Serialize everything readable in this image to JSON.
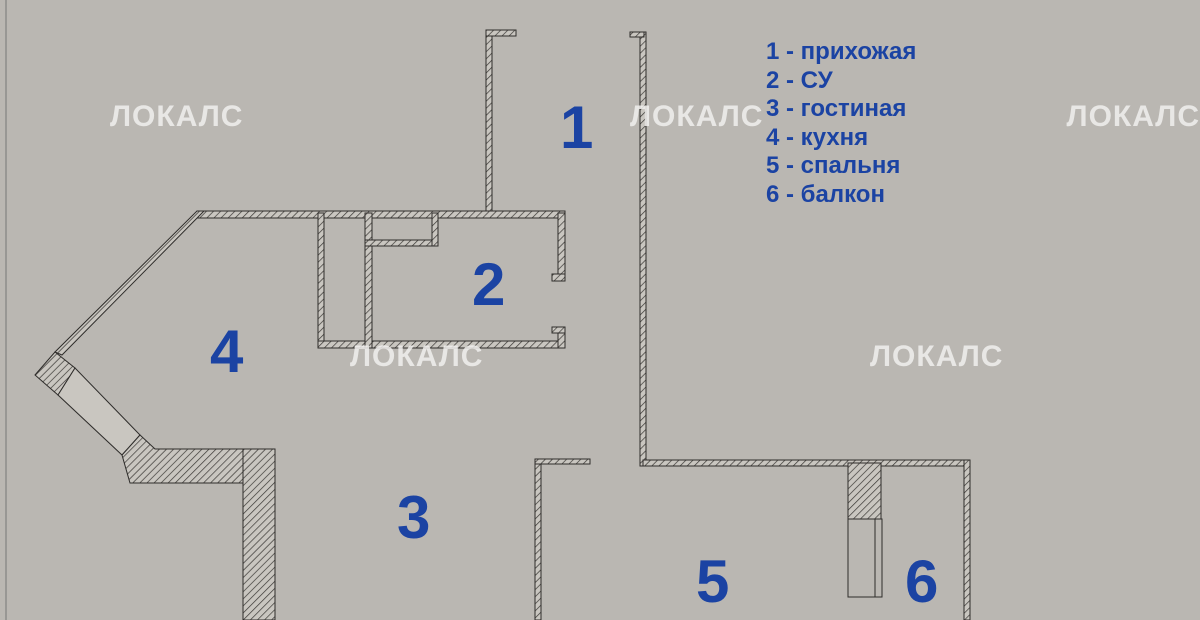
{
  "rooms": [
    {
      "number": "1",
      "name": "прихожая"
    },
    {
      "number": "2",
      "name": "СУ"
    },
    {
      "number": "3",
      "name": "гостиная"
    },
    {
      "number": "4",
      "name": "кухня"
    },
    {
      "number": "5",
      "name": "спальня"
    },
    {
      "number": "6",
      "name": "балкон"
    }
  ],
  "legend": [
    "1 - прихожая",
    "2 - СУ",
    "3 - гостиная",
    "4 - кухня",
    "5 - спальня",
    "6 - балкон"
  ],
  "watermark": "ЛОКАЛС",
  "colors": {
    "label": "#1b43a3",
    "paper": "#bab7b2",
    "wall": "#3a3835"
  }
}
